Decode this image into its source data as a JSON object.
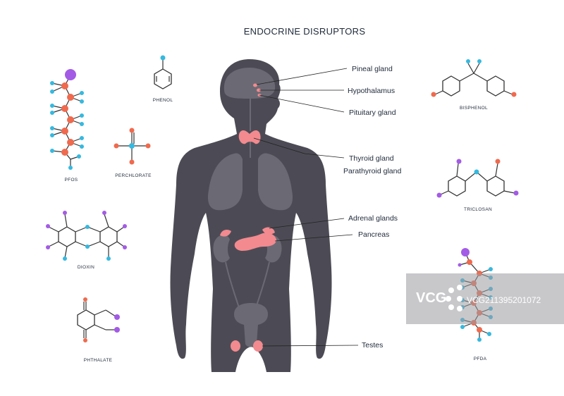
{
  "title": "ENDOCRINE DISRUPTORS",
  "organs": {
    "pineal": "Pineal gland",
    "hypothalamus": "Hypothalamus",
    "pituitary": "Pituitary gland",
    "thyroid": "Thyroid gland",
    "parathyroid": "Parathyroid gland",
    "adrenal": "Adrenal glands",
    "pancreas": "Pancreas",
    "testes": "Testes"
  },
  "molecules": {
    "pfos": "PFOS",
    "phenol": "PHENOL",
    "perchlorate": "PERCHLORATE",
    "dioxin": "DIOXIN",
    "phthalate": "PHTHALATE",
    "bisphenol": "BISPHENOL",
    "triclosan": "TRICLOSAN",
    "pfda": "PFDA"
  },
  "watermark": {
    "brand": "VCG",
    "code": "VCG211395201072"
  },
  "colors": {
    "body": "#4c4b55",
    "organ_gray": "#6f6e77",
    "organ_pink": "#f28a8f",
    "carbon": "#ef6a4e",
    "fluorine": "#35b9df",
    "oxygen_purple": "#a35be6",
    "bond": "#333333"
  }
}
